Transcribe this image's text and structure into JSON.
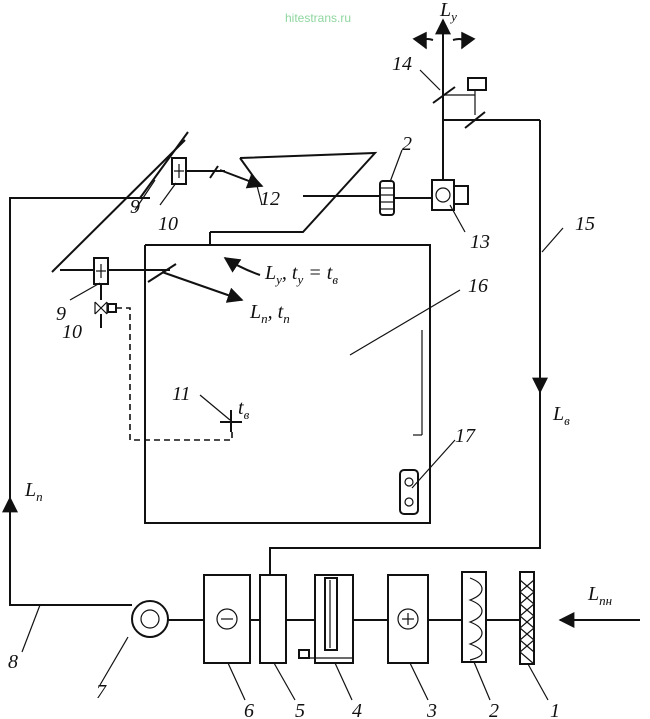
{
  "watermark": "hitestrans.ru",
  "numbers": {
    "n1": "1",
    "n2_bottom": "2",
    "n3": "3",
    "n4": "4",
    "n5": "5",
    "n6": "6",
    "n7": "7",
    "n8": "8",
    "n9_top": "9",
    "n9_left": "9",
    "n10_top": "10",
    "n10_left": "10",
    "n11": "11",
    "n12": "12",
    "n13": "13",
    "n14": "14",
    "n15": "15",
    "n16": "16",
    "n17": "17",
    "n2_top": "2"
  },
  "flows": {
    "outdoor": {
      "symbol": "L",
      "sub": "пн"
    },
    "supply": {
      "symbol": "L",
      "sub": "п"
    },
    "recirc": {
      "symbol": "L",
      "sub": "в"
    },
    "exhaust_top": {
      "symbol": "L",
      "sub": "у"
    },
    "exhaust_room": {
      "text": "L",
      "sub1": "у",
      "mid": ", t",
      "sub2": "у",
      "eq": " = t",
      "sub3": "в"
    },
    "supply_room": {
      "text": "L",
      "sub1": "п",
      "mid": ", t",
      "sub2": "п"
    },
    "sensor_temp": {
      "symbol": "t",
      "sub": "в"
    }
  },
  "colors": {
    "line": "#111111",
    "watermark": "#8fd6a0"
  }
}
